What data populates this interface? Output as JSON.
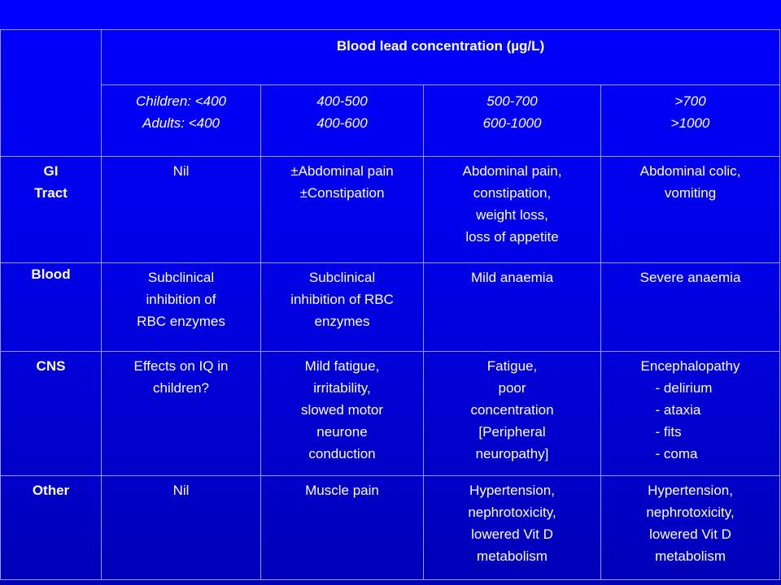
{
  "table": {
    "main_header": "Blood lead concentration (µg/L)",
    "ranges": [
      {
        "line1": "Children: <400",
        "line2": "Adults: <400"
      },
      {
        "line1": "400-500",
        "line2": "400-600"
      },
      {
        "line1": "500-700",
        "line2": "600-1000"
      },
      {
        "line1": ">700",
        "line2": ">1000"
      }
    ],
    "rows": {
      "gi": {
        "label_line1": "GI",
        "label_line2": "Tract",
        "c1": "Nil",
        "c2": [
          "±Abdominal pain",
          "±Constipation"
        ],
        "c3": [
          "Abdominal pain,",
          "constipation,",
          "weight loss,",
          "loss of appetite"
        ],
        "c4": [
          "Abdominal colic,",
          "vomiting"
        ]
      },
      "blood": {
        "label": "Blood",
        "c1": [
          "Subclinical",
          "inhibition of",
          "RBC enzymes"
        ],
        "c2": [
          "Subclinical",
          "inhibition of RBC",
          "enzymes"
        ],
        "c3": "Mild anaemia",
        "c4": "Severe anaemia"
      },
      "cns": {
        "label": "CNS",
        "c1": [
          "Effects on IQ in",
          "children?"
        ],
        "c2": [
          "Mild fatigue,",
          "irritability,",
          "slowed motor",
          "neurone",
          "conduction"
        ],
        "c3": [
          "Fatigue,",
          "poor",
          "concentration",
          "[Peripheral",
          "neuropathy]"
        ],
        "c4_title": "Encephalopathy",
        "c4_items": [
          "- delirium",
          "- ataxia",
          "- fits",
          "- coma"
        ]
      },
      "other": {
        "label": "Other",
        "c1": "Nil",
        "c2": "Muscle pain",
        "c3": [
          "Hypertension,",
          "nephrotoxicity,",
          "lowered Vit D",
          "metabolism"
        ],
        "c4": [
          "Hypertension,",
          "nephrotoxicity,",
          "lowered Vit D",
          "metabolism"
        ]
      }
    }
  }
}
